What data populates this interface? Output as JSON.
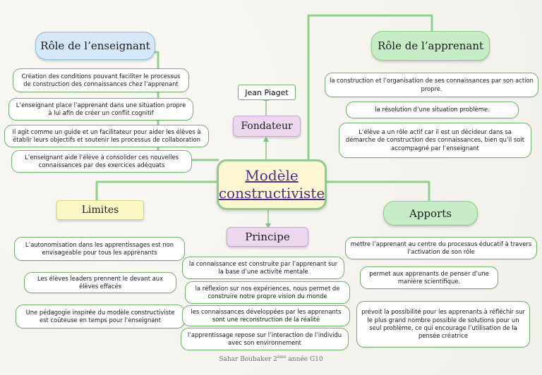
{
  "center": {
    "line1": "Modèle",
    "line2": "constructiviste"
  },
  "founder": {
    "heading": "Fondateur",
    "name": "Jean Piaget"
  },
  "teacher_role": {
    "heading": "Rôle de l’enseignant",
    "items": [
      "Création des conditions pouvant  faciliter le processus de construction des connaissances chez l’apprenant",
      "L’enseignant place l’apprenant dans une situation propre à lui afin de créer un conflit cognitif",
      "Il agit comme un guide et un facilitateur pour aider les élèves à établir leurs objectifs et soutenir les processus de collaboration",
      "L’enseignant aide l’élève à consolider ces nouvelles connaissances par des exercices adéquats"
    ]
  },
  "learner_role": {
    "heading": "Rôle de l’apprenant",
    "items": [
      "la construction et l’organisation de ses connaissances par son action propre.",
      "la résolution d’une situation problème.",
      "L’élève a un rôle actif car il est un décideur dans sa démarche de construction des connaissances, bien qu’il soit accompagné par l’enseignant"
    ]
  },
  "limits": {
    "heading": "Limites",
    "items": [
      "L’autonomisation dans les apprentissages est non envisageable pour tous les apprenants",
      "Les élèves leaders prennent le devant aux élèves effacés",
      "Une pédagogie inspirée du modèle constructiviste est coûteuse en temps pour l’enseignant"
    ]
  },
  "principle": {
    "heading": "Principe",
    "items": [
      "la connaissance est construite par l’apprenant sur la base d’une activité mentale",
      "la réflexion sur nos expériences, nous permet de construire notre propre vision du monde",
      "les connaissances développées par les apprenants sont une reconstruction de la réalité",
      "l’apprentissage repose sur l’interaction de l’individu avec son environnement"
    ]
  },
  "contributions": {
    "heading": "Apports",
    "items": [
      "mettre l’apprenant au centre du processus éducatif à travers l’activation de son rôle",
      "permet aux apprenants de penser d’une manière scientifique.",
      "prévoit la possibilité pour les apprenants à réfléchir sur le plus grand nombre possible de solutions pour un seul problème, ce qui encourage l’utilisation de la pensée créatrice"
    ]
  },
  "footer": {
    "author": "Sahar Boubaker 2",
    "superscript": "ème",
    "suffix": " année G10"
  },
  "colors": {
    "connector": "#8fd08a",
    "title_text": "#4b2f8f",
    "box_border": "#6db36a"
  }
}
